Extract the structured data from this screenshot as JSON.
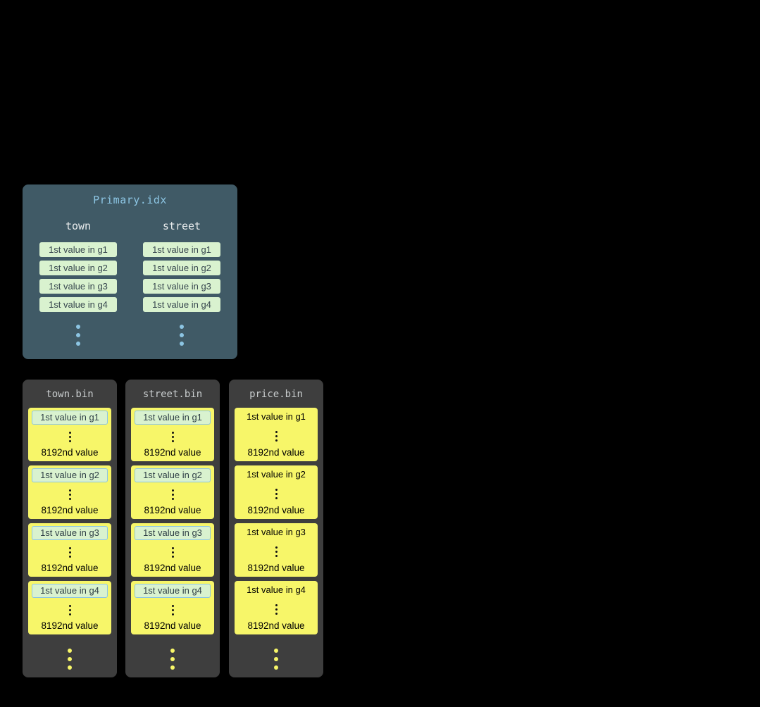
{
  "primary_index": {
    "title": "Primary.idx",
    "columns": [
      {
        "name": "town",
        "values": [
          "1st value in g1",
          "1st value in g2",
          "1st value in g3",
          "1st value in g4"
        ]
      },
      {
        "name": "street",
        "values": [
          "1st value in g1",
          "1st value in g2",
          "1st value in g3",
          "1st value in g4"
        ]
      }
    ]
  },
  "bin_files": [
    {
      "title": "town.bin",
      "first_value_highlighted": true,
      "granules": [
        {
          "first": "1st value in g1",
          "last": "8192nd value"
        },
        {
          "first": "1st value in g2",
          "last": "8192nd value"
        },
        {
          "first": "1st value in g3",
          "last": "8192nd value"
        },
        {
          "first": "1st value in g4",
          "last": "8192nd value"
        }
      ]
    },
    {
      "title": "street.bin",
      "first_value_highlighted": true,
      "granules": [
        {
          "first": "1st value in g1",
          "last": "8192nd value"
        },
        {
          "first": "1st value in g2",
          "last": "8192nd value"
        },
        {
          "first": "1st value in g3",
          "last": "8192nd value"
        },
        {
          "first": "1st value in g4",
          "last": "8192nd value"
        }
      ]
    },
    {
      "title": "price.bin",
      "first_value_highlighted": false,
      "granules": [
        {
          "first": "1st value in g1",
          "last": "8192nd value"
        },
        {
          "first": "1st value in g2",
          "last": "8192nd value"
        },
        {
          "first": "1st value in g3",
          "last": "8192nd value"
        },
        {
          "first": "1st value in g4",
          "last": "8192nd value"
        }
      ]
    }
  ],
  "colors": {
    "background": "#000000",
    "primary_panel": "#405A66",
    "primary_title": "#8CC5E3",
    "column_header": "#EAEDEE",
    "index_chip_bg": "#D9F2CF",
    "index_chip_text": "#37474F",
    "blue_dots": "#8CC5E3",
    "bin_panel": "#3E3E3E",
    "bin_title": "#C9CDCE",
    "granule_bg": "#F7F669",
    "granule_text": "#000000",
    "highlight_bg": "#D9F2CF",
    "highlight_border": "#8CC5E3",
    "yellow_dots": "#F7F669"
  }
}
